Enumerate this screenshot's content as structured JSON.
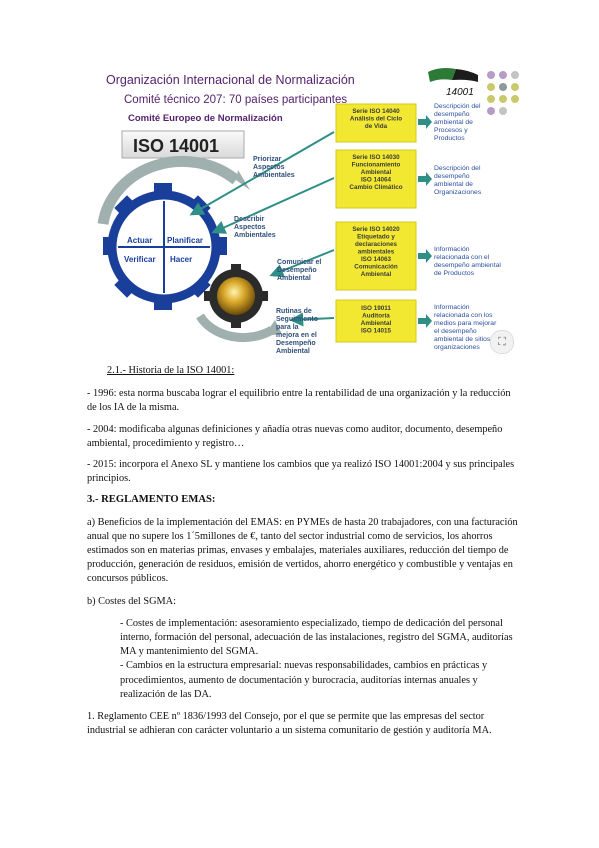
{
  "diagram": {
    "title1": "Organización Internacional de Normalización",
    "title2": "Comité técnico 207: 70 países participantes",
    "title3": "Comité Europeo de Normalización",
    "iso_box": "ISO 14001",
    "logo_text": "14001",
    "gear": {
      "actuar": "Actuar",
      "planificar": "Planificar",
      "verificar": "Verificar",
      "hacer": "Hacer"
    },
    "arrow_labels": [
      [
        "Priorizar",
        "Aspectos",
        "Ambientales"
      ],
      [
        "Describir",
        "Aspectos",
        "Ambientales"
      ],
      [
        "Comunicar el",
        "Desempeño",
        "Ambiental"
      ],
      [
        "Rutinas de",
        "Seguimiento",
        "para    la",
        "mejora en el",
        "Desempeño",
        "Ambiental"
      ]
    ],
    "boxes": [
      [
        "Serie ISO 14040",
        "Análisis del Ciclo",
        "de Vida"
      ],
      [
        "Serie ISO 14030",
        "Funcionamiento",
        "Ambiental",
        "",
        "ISO 14064",
        "Cambio Climático"
      ],
      [
        "Serie ISO 14020",
        "Etiquetado y",
        "declaraciones",
        "ambientales",
        "",
        "ISO 14063",
        "Comunicación",
        "Ambiental"
      ],
      [
        "ISO 19011",
        "Auditoría",
        "Ambiental",
        "ISO 14015"
      ]
    ],
    "descriptions": [
      [
        "Descripción del",
        "desempeño",
        "ambiental de",
        "Procesos y",
        "Productos"
      ],
      [
        "Descripción del",
        "desempeño",
        "ambiental de",
        "Organizaciones"
      ],
      [
        "Información",
        "relacionada con el",
        "desempeño ambiental",
        "de Productos"
      ],
      [
        "Información",
        "relacionada con los",
        "medios para  mejorar",
        "el desempeño",
        "ambiental de sitios",
        "organizaciones"
      ]
    ],
    "colors": {
      "title": "#55226d",
      "box": "#f2e832",
      "arrow": "#2f8f86",
      "gear": "#1a3f9a",
      "descr": "#2a4f9f",
      "iso_bg": "#eeeeee"
    }
  },
  "expand_icon": "⛶",
  "doc": {
    "history_heading": "2.1.- Historia de la ISO 14001:",
    "history_items": [
      "- 1996: esta norma buscaba lograr el equilibrio entre la rentabilidad de una organización y la reducción de los IA de la misma.",
      "- 2004: modificaba algunas definiciones y añadía otras nuevas como auditor, documento, desempeño ambiental, procedimiento y registro…",
      "- 2015: incorpora el Anexo SL y mantiene los cambios que ya realizó ISO 14001:2004 y sus principales principios."
    ],
    "section3_title": "3.- REGLAMENTO EMAS:",
    "para_a": "a) Beneficios de la implementación del EMAS: en PYMEs de hasta 20 trabajadores, con una facturación anual que no supere los 1´5millones de €, tanto del sector industrial como de servicios, los ahorros estimados son en materias primas, envases y embalajes, materiales auxiliares, reducción del tiempo de producción, generación de residuos, emisión de vertidos, ahorro energético y combustible y ventajas en concursos públicos.",
    "para_b_heading": "b) Costes del SGMA:",
    "para_b_items": [
      "- Costes de implementación: asesoramiento especializado, tiempo de dedicación del personal interno, formación del personal, adecuación de las instalaciones, registro del SGMA, auditorías MA y mantenimiento del SGMA.",
      "- Cambios en la estructura empresarial: nuevas responsabilidades, cambios en prácticas y procedimientos, aumento de documentación y burocracia, auditorías internas anuales y realización de las DA."
    ],
    "para_1": "1. Reglamento CEE nº 1836/1993 del Consejo, por el que se permite que las empresas del sector industrial se adhieran con carácter voluntario a un sistema comunitario de gestión y auditoría MA."
  }
}
